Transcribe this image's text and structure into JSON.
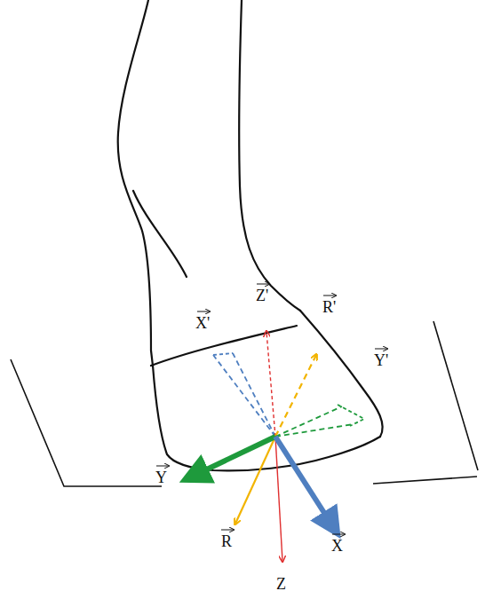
{
  "diagram": {
    "labels": [
      "X'",
      "Z'",
      "R'",
      "Y'",
      "Y",
      "R",
      "X",
      "Z"
    ]
  }
}
